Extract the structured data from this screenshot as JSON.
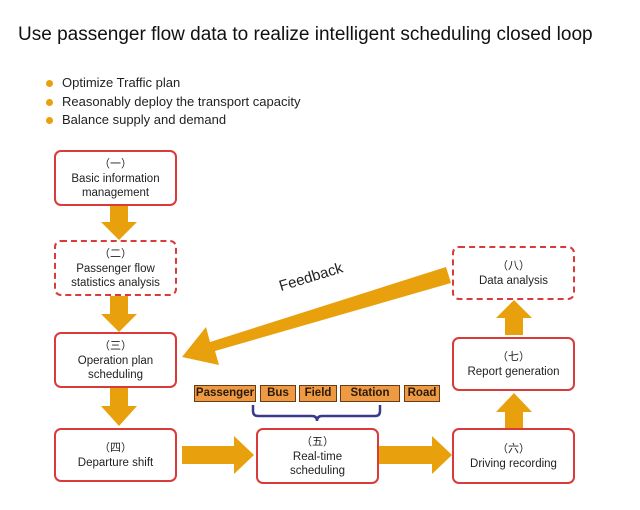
{
  "title": "Use passenger flow data to realize intelligent scheduling closed loop",
  "bullets": [
    "Optimize Traffic plan",
    "Reasonably deploy the transport capacity",
    "Balance supply and demand"
  ],
  "nodes": {
    "basic_info": {
      "num": "（一）",
      "label_1": "Basic information",
      "label_2": "management"
    },
    "passenger_flow": {
      "num": "（二）",
      "label_1": "Passenger flow",
      "label_2": "statistics analysis"
    },
    "operation_plan": {
      "num": "（三）",
      "label_1": "Operation plan",
      "label_2": "scheduling"
    },
    "departure_shift": {
      "num": "（四）",
      "label_1": "Departure shift"
    },
    "realtime": {
      "num": "（五）",
      "label_1": "Real-time",
      "label_2": "scheduling"
    },
    "driving_recording": {
      "num": "（六）",
      "label_1": "Driving recording"
    },
    "report_generation": {
      "num": "（七）",
      "label_1": "Report generation"
    },
    "data_analysis": {
      "num": "（八）",
      "label_1": "Data analysis"
    }
  },
  "feedback_label": "Feedback",
  "data_tags": [
    "Passenger",
    "Bus",
    "Field",
    "Station",
    "Road"
  ],
  "colors": {
    "arrow": "#e8a10d",
    "box_border": "#d93a3a",
    "tag_fill": "#ee9a45",
    "brace": "#3a3a8c"
  }
}
